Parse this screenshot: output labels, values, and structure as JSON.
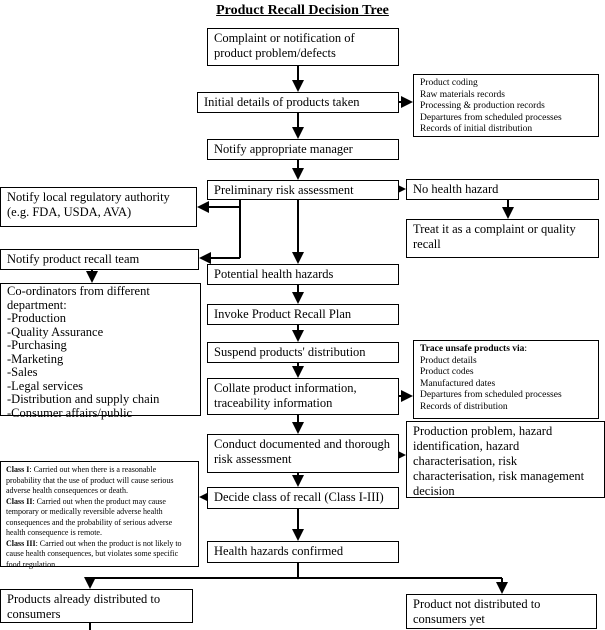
{
  "title": "Product Recall Decision Tree",
  "main": {
    "complaint": "Complaint or notification of product problem/defects",
    "initial_details": "Initial details of products taken",
    "notify_manager": "Notify appropriate manager",
    "preliminary": "Preliminary risk assessment",
    "potential": "Potential health hazards",
    "invoke": "Invoke Product Recall Plan",
    "suspend": "Suspend products' distribution",
    "collate": "Collate product information, traceability information",
    "conduct": "Conduct documented and thorough risk assessment",
    "decide": "Decide class of recall (Class I-III)",
    "confirmed": "Health hazards confirmed"
  },
  "right": {
    "records": [
      "Product coding",
      "Raw materials records",
      "Processing & production records",
      "Departures from scheduled processes",
      "Records of initial distribution"
    ],
    "no_hazard": "No health hazard",
    "treat": "Treat it as a complaint or quality recall",
    "trace_heading": "Trace unsafe products via",
    "trace": [
      "Product details",
      "Product codes",
      "Manufactured dates",
      "Departures from scheduled processes",
      "Records of distribution"
    ],
    "production_problem": "Production problem, hazard identification, hazard characterisation, risk characterisation, risk management decision"
  },
  "left": {
    "regulatory": "Notify local regulatory authority (e.g. FDA, USDA, AVA)",
    "recall_team": "Notify product recall team",
    "coordinators_heading": "Co-ordinators from different department:",
    "coordinators": [
      "-Production",
      "-Quality Assurance",
      "-Purchasing",
      "-Marketing",
      "-Sales",
      "-Legal services",
      "-Distribution and supply chain",
      "-Consumer affairs/public"
    ],
    "classes": [
      {
        "label": "Class I",
        "text": ": Carried out when there is a reasonable probability that the use of product will cause serious adverse health consequences or death."
      },
      {
        "label": "Class II",
        "text": ": Carried out when the product may cause temporary or medically reversible adverse health consequences and the probability of serious adverse health consequence is remote."
      },
      {
        "label": "Class III",
        "text": ": Carried out when the product is not likely to cause health consequences, but violates some specific food regulation."
      }
    ]
  },
  "bottom": {
    "distributed": "Products already distributed to consumers",
    "not_distributed": "Product not distributed to consumers yet"
  }
}
